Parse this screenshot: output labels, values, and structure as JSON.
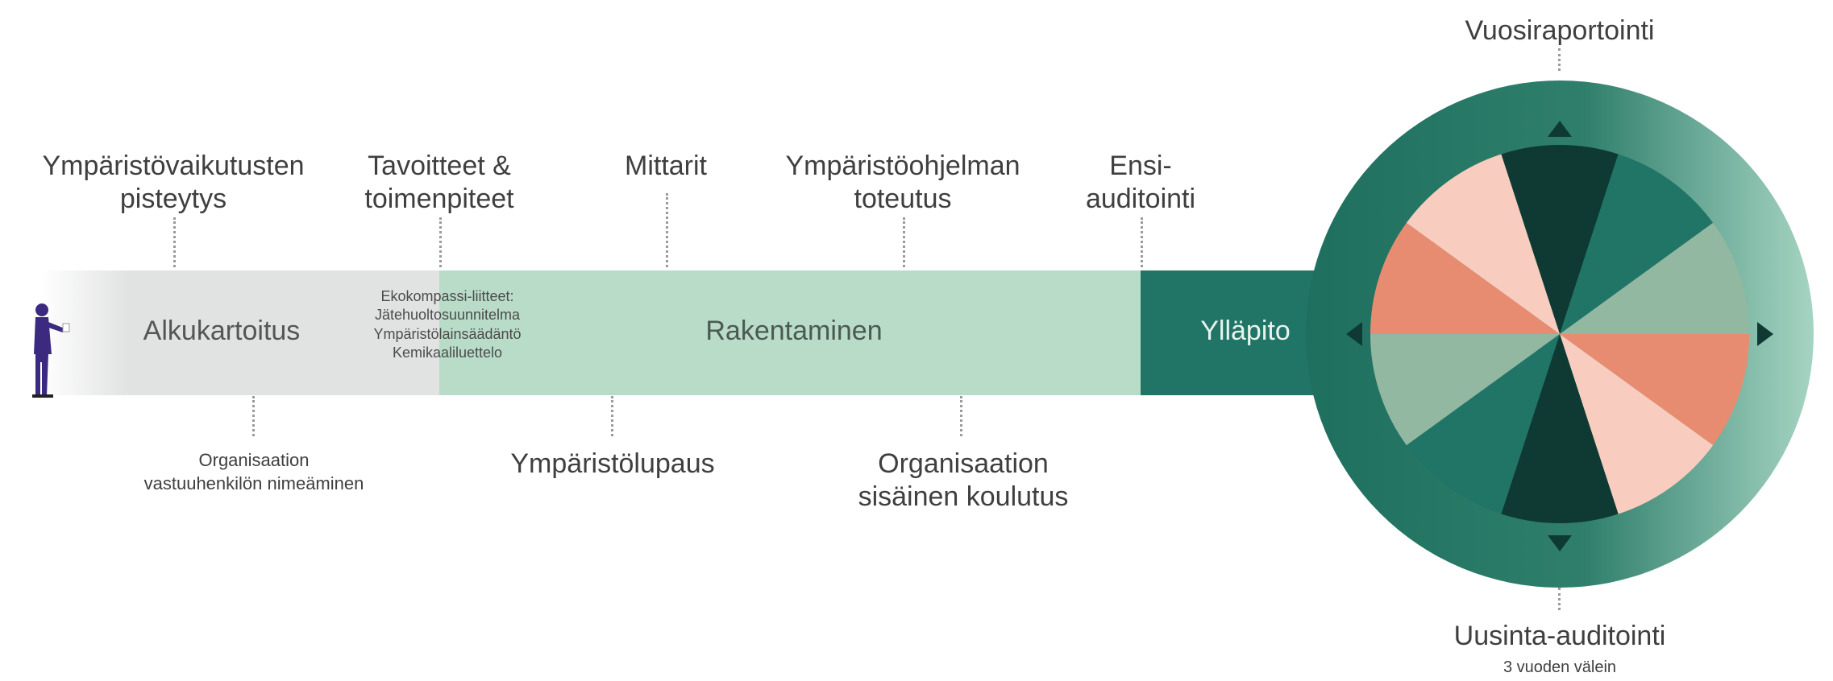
{
  "colors": {
    "band_gray": "#e1e3e2",
    "band_light_green": "#b9dcc9",
    "band_dark_green": "#217566",
    "ring_dark": "#1f6f5f",
    "ring_light": "#9fd0bc",
    "slice_darkest": "#0f3a33",
    "slice_dark": "#217566",
    "slice_sage": "#93b8a2",
    "slice_salmon": "#e78c70",
    "slice_pink": "#f8cdbf",
    "figure": "#3b2a80"
  },
  "top_labels": {
    "impacts": [
      "Ympäristövaikutusten",
      "pisteytys"
    ],
    "goals": [
      "Tavoitteet &",
      "toimenpiteet"
    ],
    "metrics": [
      "Mittarit"
    ],
    "program": [
      "Ympäristöohjelman",
      "toteutus"
    ],
    "first_audit": [
      "Ensi-",
      "auditointi"
    ],
    "annual_report": [
      "Vuosiraportointi"
    ]
  },
  "bottom_labels": {
    "responsible": [
      "Organisaation",
      "vastuuhenkilön nimeäminen"
    ],
    "promise": [
      "Ympäristölupaus"
    ],
    "training": [
      "Organisaation",
      "sisäinen koulutus"
    ],
    "reaudit": "Uusinta-auditointi",
    "reaudit_note": "3 vuoden välein"
  },
  "phases": {
    "initial": "Alkukartoitus",
    "building": "Rakentaminen",
    "maintenance": "Ylläpito"
  },
  "appendices": [
    "Ekokompassi-liitteet:",
    "Jätehuoltosuunnitelma",
    "Ympäristölainsäädäntö",
    "Kemikaaliluettelo"
  ],
  "wheel": {
    "slices": [
      "darkest",
      "dark",
      "sage",
      "salmon",
      "pink",
      "darkest",
      "dark",
      "sage",
      "salmon",
      "pink"
    ]
  }
}
